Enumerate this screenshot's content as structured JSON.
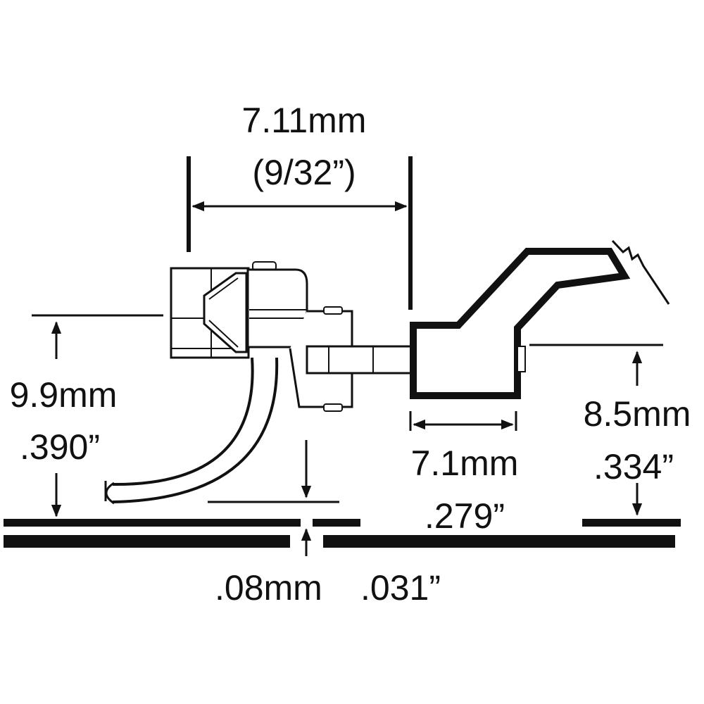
{
  "colors": {
    "ink": "#111111",
    "fill": "#ffffff"
  },
  "dimensions": {
    "knuckle_width_mm": "7.11mm",
    "knuckle_width_in": "(9/32”)",
    "height_left_mm": "9.9mm",
    "height_left_in": ".390”",
    "body_width_mm": "7.1mm",
    "body_width_in": ".279”",
    "height_right_mm": "8.5mm",
    "height_right_in": ".334”",
    "gap_mm": ".08mm",
    "gap_in": ".031”"
  }
}
